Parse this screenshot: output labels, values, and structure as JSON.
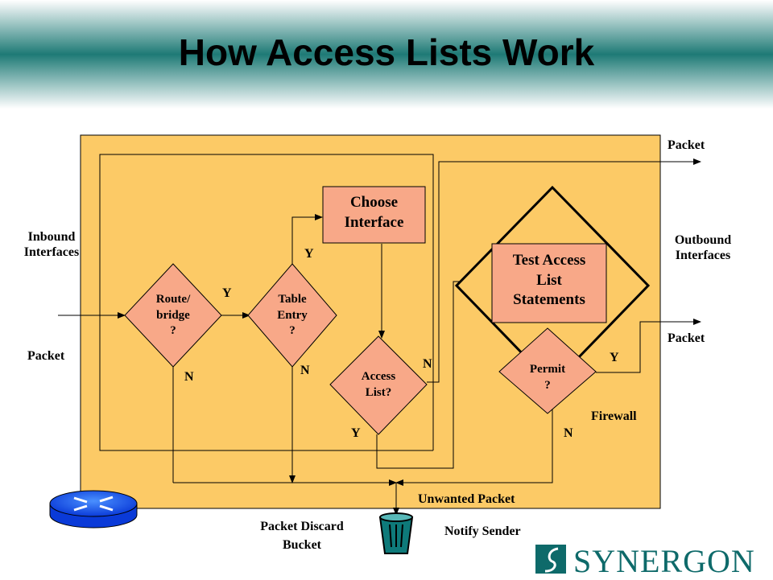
{
  "title": "How Access Lists Work",
  "colors": {
    "panel": "#fcca66",
    "shape_fill": "#f8a888",
    "banner": "#1e7a76",
    "logo": "#0e6a6a"
  },
  "labels": {
    "inbound_interfaces": "Inbound\nInterfaces",
    "outbound_interfaces": "Outbound\nInterfaces",
    "packet_in": "Packet",
    "packet_out_top": "Packet",
    "packet_out_bottom": "Packet",
    "firewall": "Firewall",
    "unwanted_packet": "Unwanted Packet",
    "notify_sender": "Notify Sender",
    "discard_bucket": "Packet Discard\nBucket"
  },
  "nodes": {
    "route_bridge": "Route/\nbridge\n?",
    "table_entry": "Table\nEntry\n?",
    "choose_interface": "Choose\nInterface",
    "access_list": "Access\nList?",
    "test_access_list": "Test Access\nList\nStatements",
    "permit": "Permit\n?"
  },
  "edges": {
    "route_y": "Y",
    "route_n": "N",
    "table_y": "Y",
    "table_n": "N",
    "access_n": "N",
    "access_y": "Y",
    "permit_y": "Y",
    "permit_n": "N"
  },
  "logo": {
    "text": "SYNERGON"
  },
  "icons": [
    "router-icon",
    "trash-bucket-icon",
    "synergon-logo-icon"
  ]
}
